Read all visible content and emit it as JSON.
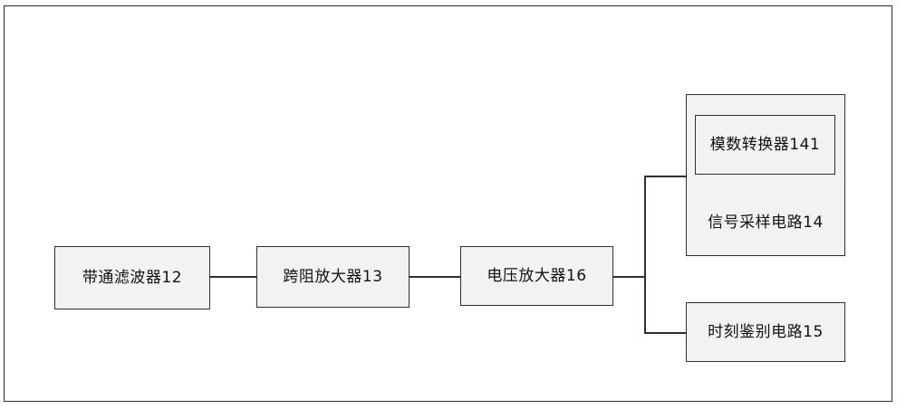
{
  "figure": {
    "type": "block-diagram",
    "orientation": "horizontal signal chain with right-side branch",
    "frame": {
      "name": "figure-border"
    },
    "blocks": [
      {
        "id": "bandpass-filter",
        "label": "带通滤波器12",
        "reference_number": "12"
      },
      {
        "id": "transimpedance-amplifier",
        "label": "跨阻放大器13",
        "reference_number": "13"
      },
      {
        "id": "voltage-amplifier",
        "label": "电压放大器16",
        "reference_number": "16"
      },
      {
        "id": "signal-sampling-circuit",
        "label": "信号采样电路14",
        "reference_number": "14"
      },
      {
        "id": "analog-to-digital-converter",
        "label": "模数转换器141",
        "reference_number": "141"
      },
      {
        "id": "timing-discrimination-circuit",
        "label": "时刻鉴别电路15",
        "reference_number": "15"
      }
    ],
    "connections": [
      {
        "from": "bandpass-filter",
        "to": "transimpedance-amplifier"
      },
      {
        "from": "transimpedance-amplifier",
        "to": "voltage-amplifier"
      },
      {
        "from": "voltage-amplifier",
        "to": "signal-sampling-circuit"
      },
      {
        "from": "voltage-amplifier",
        "to": "timing-discrimination-circuit"
      }
    ],
    "colors": {
      "block_fill": "#f2f2f2",
      "block_border": "#2f2f2f",
      "line": "#2f2f2f",
      "frame_border": "#2a2a2a",
      "background": "#ffffff",
      "text": "#111111"
    }
  }
}
